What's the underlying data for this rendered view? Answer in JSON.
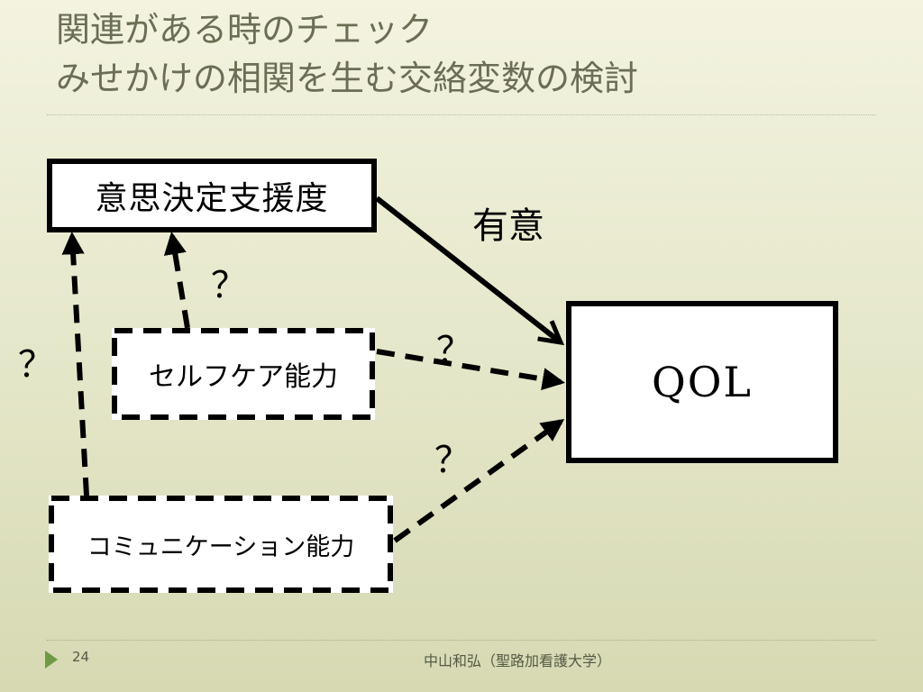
{
  "slide": {
    "title_line1": "関連がある時のチェック",
    "title_line2": "みせかけの相関を生む交絡変数の検討"
  },
  "diagram": {
    "box_decision": "意思決定支援度",
    "box_selfcare": "セルフケア能力",
    "box_communication": "コミュニケーション能力",
    "box_qol": "QOL",
    "label_significant": "有意",
    "question_marks": [
      "？",
      "？",
      "？",
      "？"
    ]
  },
  "footer": {
    "page_number": "24",
    "author": "中山和弘（聖路加看護大学）"
  }
}
